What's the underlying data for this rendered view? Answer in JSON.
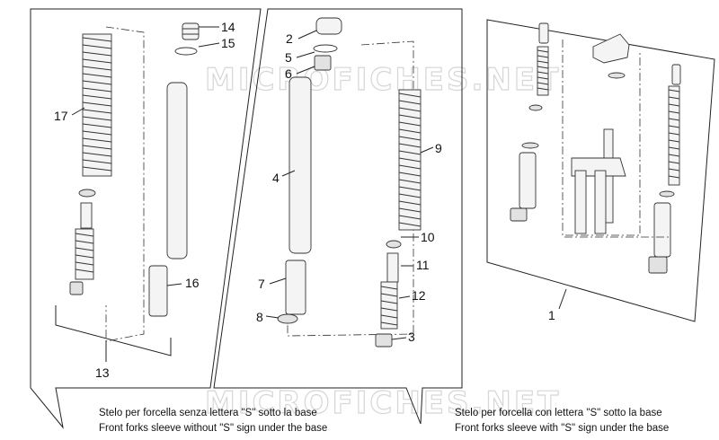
{
  "watermark": "MICROFICHES.NET",
  "callouts": {
    "p1": "1",
    "p2": "2",
    "p3": "3",
    "p4": "4",
    "p5": "5",
    "p6": "6",
    "p7": "7",
    "p8": "8",
    "p9": "9",
    "p10": "10",
    "p11": "11",
    "p12": "12",
    "p13": "13",
    "p14": "14",
    "p15": "15",
    "p16": "16",
    "p17": "17"
  },
  "captions": {
    "left_it": "Stelo per forcella senza lettera \"S\" sotto la base",
    "left_en": "Front forks sleeve without \"S\" sign under the base",
    "right_it": "Stelo per forcella con lettera \"S\" sotto la base",
    "right_en": "Front forks sleeve with \"S\" sign under the base"
  }
}
